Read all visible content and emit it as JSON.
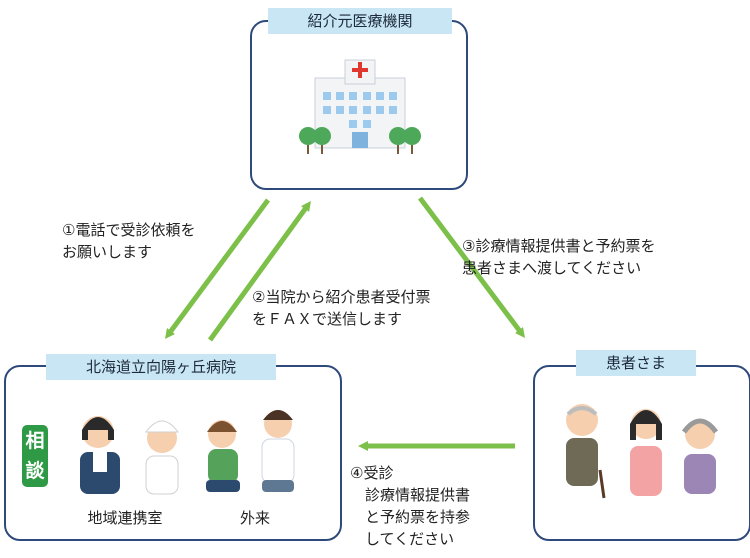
{
  "nodes": {
    "referring": {
      "label": "紹介元医療機関"
    },
    "hospital": {
      "label": "北海道立向陽ヶ丘病院"
    },
    "patient": {
      "label": "患者さま"
    }
  },
  "steps": {
    "step1": "①電話で受診依頼を\nお願いします",
    "step2": "②当院から紹介患者受付票\nをＦＡＸで送信します",
    "step3": "③診療情報提供書と予約票を\n患者さまへ渡してください",
    "step4": "④受診\n　診療情報提供書\n　と予約票を持参\n　してください"
  },
  "hospital_sections": {
    "consult_badge": "相談",
    "regional": "地域連携室",
    "outpatient": "外来"
  },
  "colors": {
    "arrow": "#7cc04a",
    "border": "#2e4a7a",
    "tag_bg": "#c9e6f5"
  }
}
